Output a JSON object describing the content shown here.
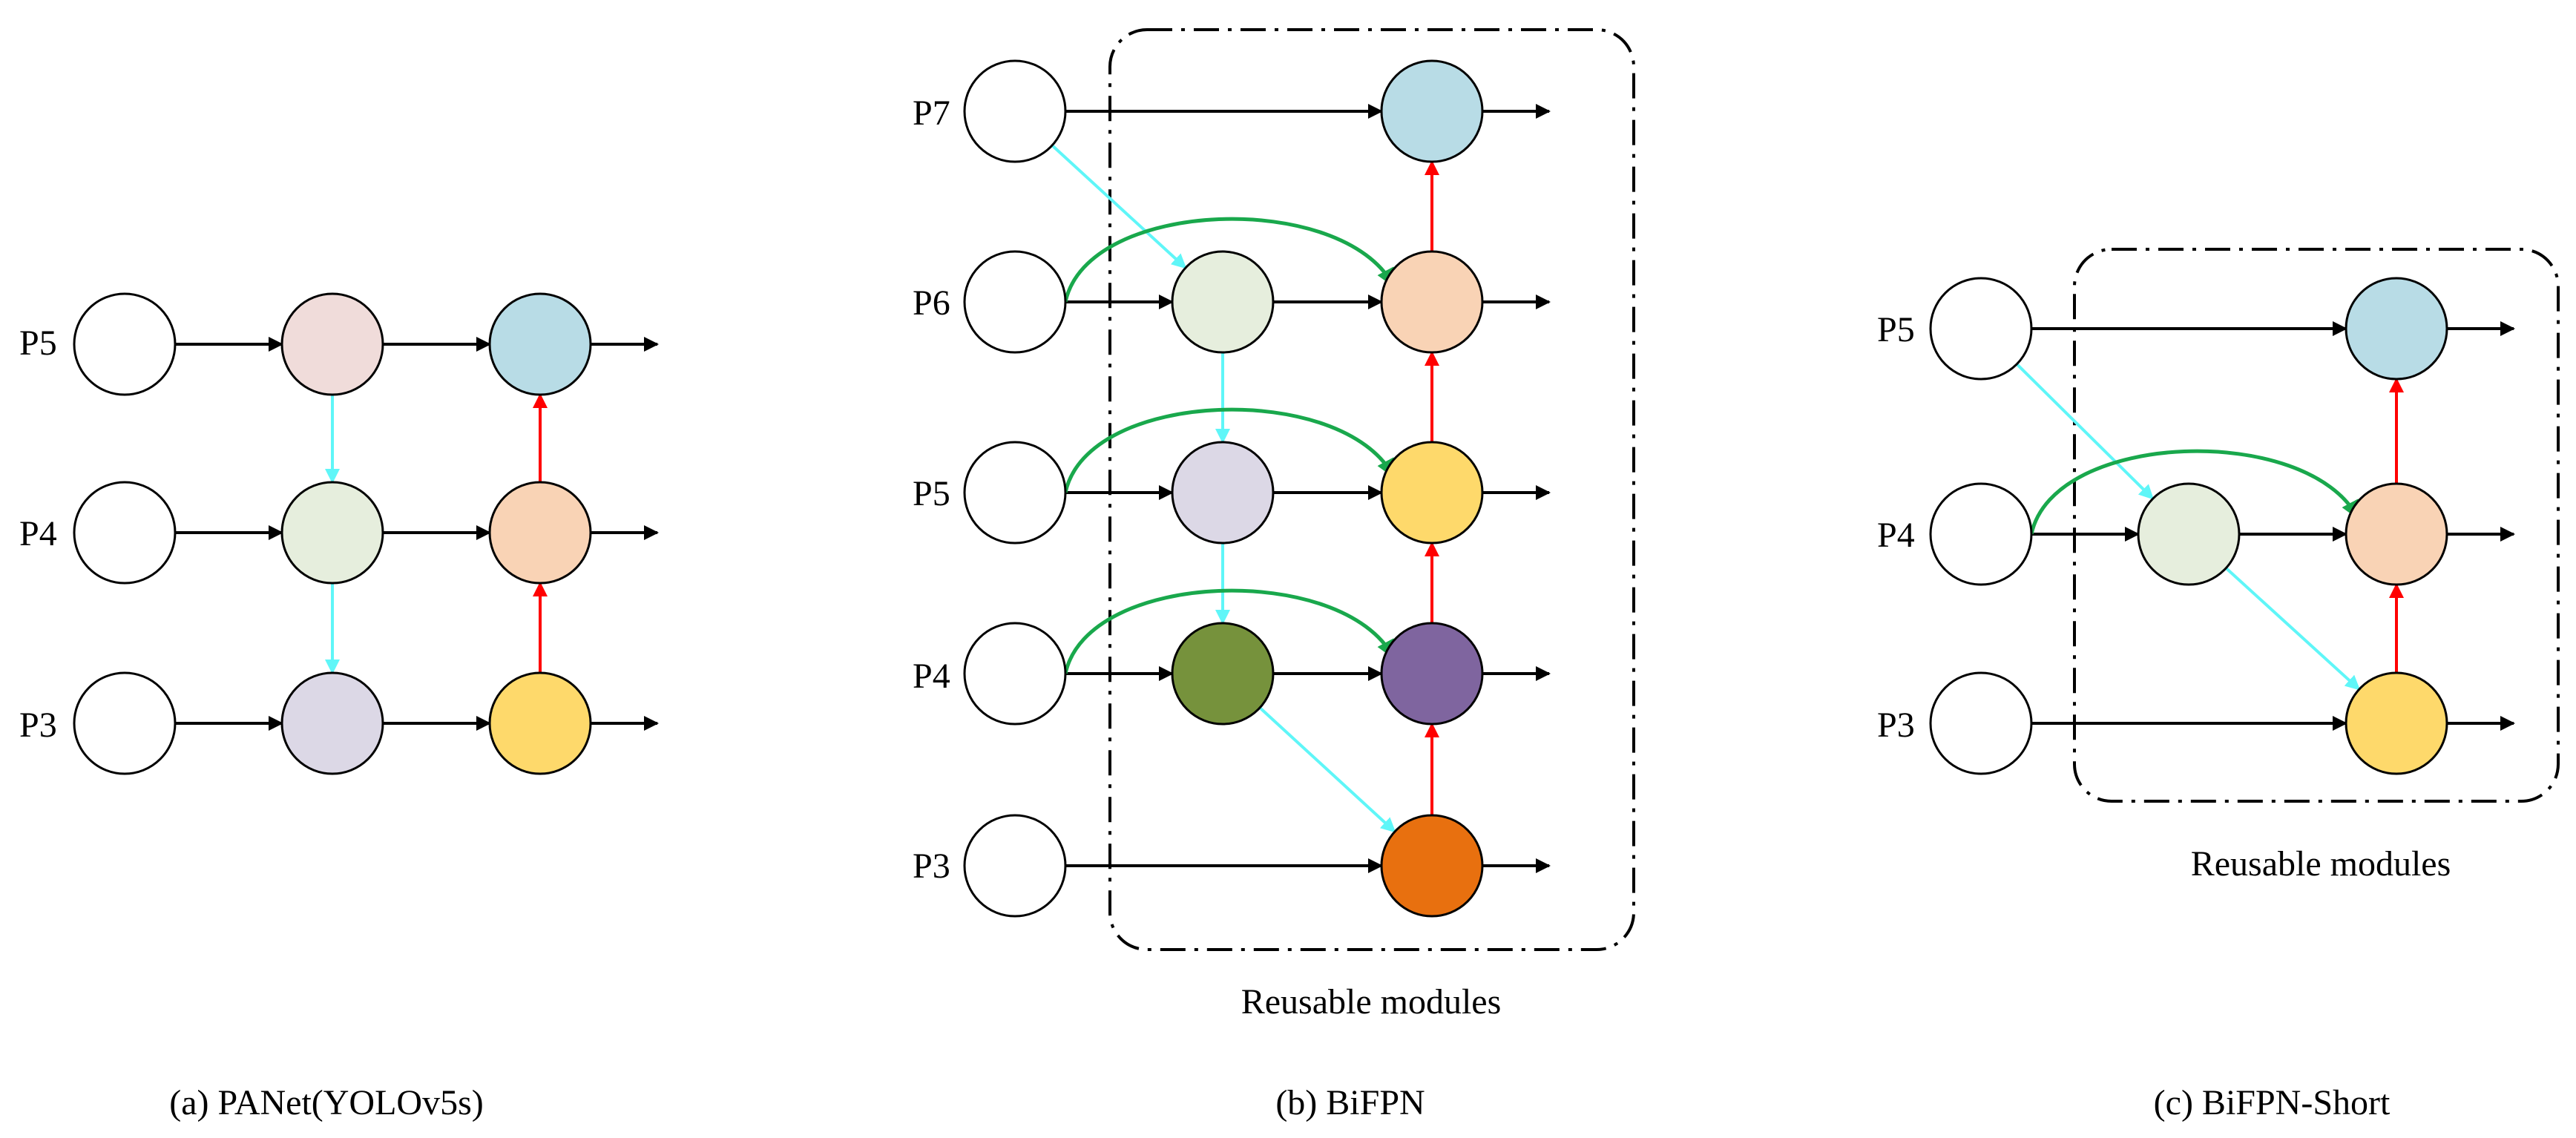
{
  "diagrams": [
    {
      "id": "a",
      "caption": "(a) PANet(YOLOv5s)",
      "levels": [
        "P5",
        "P4",
        "P3"
      ],
      "reusable_label": "",
      "cols": [
        [
          "#ffffff",
          "#ffffff",
          "#ffffff"
        ],
        [
          "#f0dcda",
          "#e6eedd",
          "#dcd8e6"
        ],
        [
          "#b8dce6",
          "#f9d3b5",
          "#fed96b"
        ]
      ]
    },
    {
      "id": "b",
      "caption": "(b) BiFPN",
      "levels": [
        "P7",
        "P6",
        "P5",
        "P4",
        "P3"
      ],
      "reusable_label": "Reusable modules",
      "cols": [
        [
          "#ffffff",
          "#ffffff",
          "#ffffff",
          "#ffffff",
          "#ffffff"
        ],
        [
          null,
          "#e6eedd",
          "#dcd8e6",
          "#76923c",
          null
        ],
        [
          "#b8dce6",
          "#f9d3b5",
          "#fed96b",
          "#7f659f",
          "#e8700f"
        ]
      ]
    },
    {
      "id": "c",
      "caption": "(c) BiFPN-Short",
      "levels": [
        "P5",
        "P4",
        "P3"
      ],
      "reusable_label": "Reusable modules",
      "cols": [
        [
          "#ffffff",
          "#ffffff",
          "#ffffff"
        ],
        [
          null,
          "#e6eedd",
          null
        ],
        [
          "#b8dce6",
          "#f9d3b5",
          "#fed96b"
        ]
      ]
    }
  ],
  "edge_colors": {
    "lateral": "#000000",
    "top_down": "#5ff6f8",
    "bottom_up": "#ff0000",
    "skip": "#19a84c"
  }
}
